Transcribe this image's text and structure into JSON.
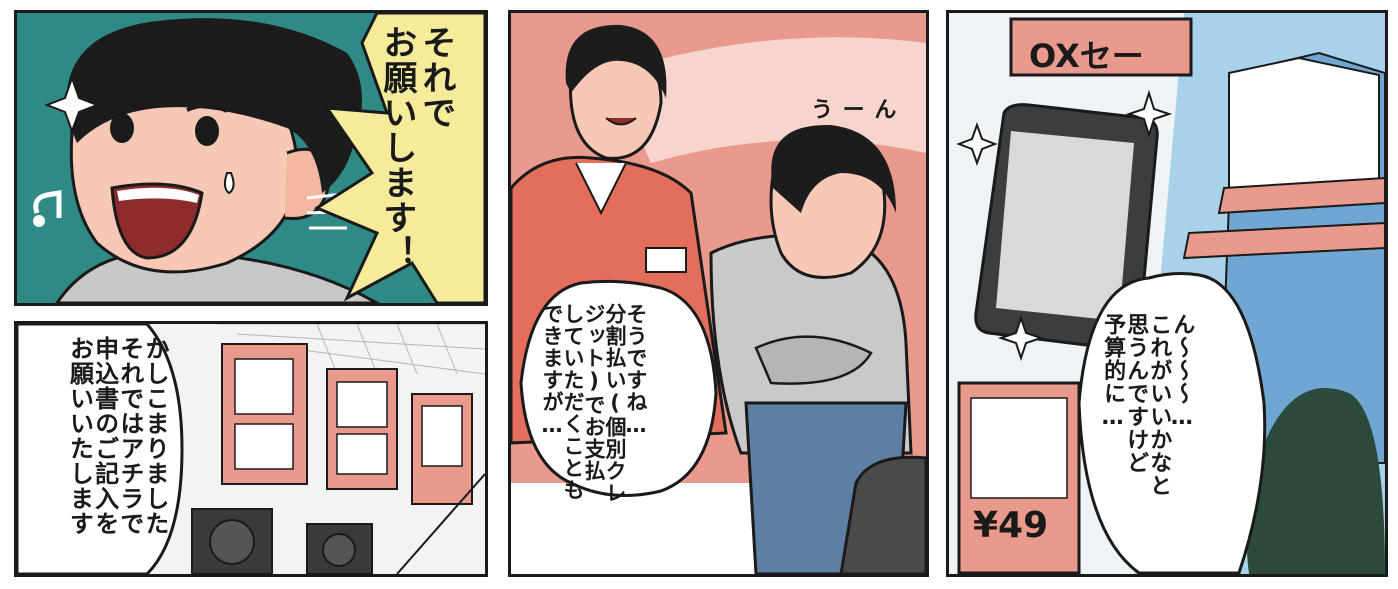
{
  "panels": {
    "p1": {
      "bubble_text": "それで\nお願いします！"
    },
    "p2": {
      "bubble_text": "かしこまりました\nそれではアチラで\n申込書のご記入を\nお願いいたします"
    },
    "p3": {
      "sfx": "う ー ん",
      "bubble_text": "そうですね…\n分割払い(個別クレ\nジット)でお支払\nしていただくことも\nできますが…"
    },
    "p4": {
      "sign_text": "OXセー",
      "price_text": "¥49",
      "bubble_text": "ん〜〜〜…\nこれがいいかなと\n思うんですけど\n予算的に…"
    }
  },
  "colors": {
    "teal": "#2f8a86",
    "salmon": "#e99a8d",
    "sky": "#a9d2ea",
    "yellow": "#f6eb9a"
  }
}
